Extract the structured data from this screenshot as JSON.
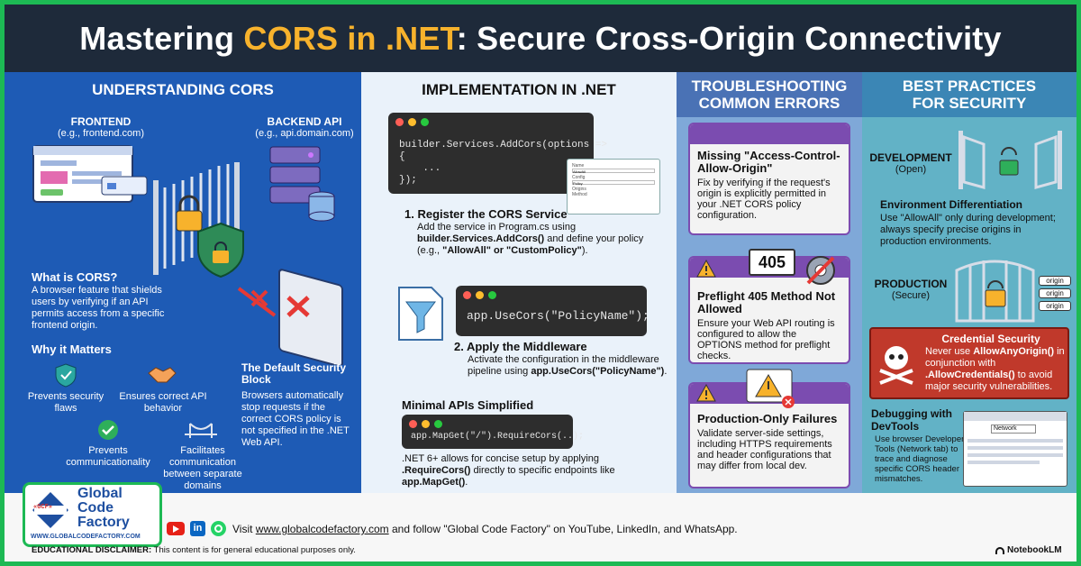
{
  "title": {
    "part1": "Mastering ",
    "highlight": "CORS in .NET",
    "part2": ": Secure Cross-Origin Connectivity"
  },
  "colors": {
    "accent": "#f7b22c",
    "col1_bg": "#1e5bb5",
    "col2_bg": "#eaf2fa",
    "col3_bg": "#7fa8d8",
    "col4_bg": "#62b2c6",
    "frame": "#1db954"
  },
  "understanding": {
    "heading": "UNDERSTANDING CORS",
    "frontend_label": "FRONTEND",
    "frontend_sub": "(e.g., frontend.com)",
    "backend_label": "BACKEND API",
    "backend_sub": "(e.g., api.domain.com)",
    "what_title": "What is CORS?",
    "what_text": "A browser feature that shields users by verifying if an API permits access from a specific frontend origin.",
    "why_title": "Why it Matters",
    "benefits": [
      "Prevents security flaws",
      "Ensures correct API behavior",
      "Prevents communicationality",
      "Facilitates communication between separate domains"
    ],
    "default_title": "The Default Security Block",
    "default_text": "Browsers automatically stop requests if the correct CORS policy is not specified in the .NET Web API."
  },
  "implementation": {
    "heading": "IMPLEMENTATION IN .NET",
    "code1": [
      "builder.Services.AddCors(options =>",
      "{",
      "    ...",
      "});"
    ],
    "form_fields": [
      "Name",
      "AllowAll",
      "Config",
      "Policy",
      "Origins",
      "Method"
    ],
    "step1_title": "1. Register the CORS Service",
    "step1_text_a": "Add the service in Program.cs using ",
    "step1_text_b": "builder.Services.AddCors()",
    "step1_text_c": " and define your policy (e.g., ",
    "step1_text_d": "\"AllowAll\" or \"CustomPolicy\"",
    "step1_text_e": ").",
    "code2": "app.UseCors(\"PolicyName\");",
    "step2_title": "2. Apply the Middleware",
    "step2_text_a": "Activate the configuration in the middleware pipeline using ",
    "step2_text_b": "app.UseCors(\"PolicyName\")",
    "step2_text_c": ".",
    "minimal_title": "Minimal APIs Simplified",
    "code3": "app.MapGet(\"/\").RequireCors(..);",
    "minimal_text_a": ".NET 6+ allows for concise setup by applying ",
    "minimal_text_b": ".RequireCors()",
    "minimal_text_c": " directly to specific endpoints like ",
    "minimal_text_d": "app.MapGet()",
    "minimal_text_e": "."
  },
  "troubleshooting": {
    "heading_line1": "TROUBLESHOOTING",
    "heading_line2": "COMMON ERRORS",
    "cards": [
      {
        "title": "Missing \"Access-Control-Allow-Origin\"",
        "text": "Fix by verifying if the request's origin is explicitly permitted in your .NET CORS policy configuration."
      },
      {
        "title": "Preflight 405 Method Not Allowed",
        "text": "Ensure your Web API routing is configured to allow the OPTIONS method for preflight checks.",
        "badge": "405"
      },
      {
        "title": "Production-Only Failures",
        "text": "Validate server-side settings, including HTTPS requirements and header configurations that may differ from local dev."
      }
    ]
  },
  "best": {
    "heading_line1": "BEST PRACTICES",
    "heading_line2": "FOR SECURITY",
    "dev_label": "DEVELOPMENT",
    "dev_sub": "(Open)",
    "env_title": "Environment Differentiation",
    "env_text": "Use \"AllowAll\" only during development; always specify precise origins in production environments.",
    "prod_label": "PRODUCTION",
    "prod_sub": "(Secure)",
    "origin_tags": [
      "origin",
      "origin",
      "origin"
    ],
    "cred_title": "Credential Security",
    "cred_text_a": "Never use ",
    "cred_text_b": "AllowAnyOrigin()",
    "cred_text_c": " in conjunction with ",
    "cred_text_d": ".AllowCredentials()",
    "cred_text_e": " to avoid major security vulnerabilities.",
    "debug_title": "Debugging with DevTools",
    "debug_text": "Use browser Developer Tools (Network tab) to trace and diagnose specific CORS header mismatches.",
    "devtools_tab": "Network"
  },
  "footer": {
    "logo_line1": "Global",
    "logo_line2": "Code",
    "logo_line3": "Factory",
    "logo_badge": "«GCF»",
    "logo_url": "WWW.GLOBALCODEFACTORY.COM",
    "visit_a": "Visit ",
    "visit_link": "www.globalcodefactory.com",
    "visit_b": " and follow \"Global Code Factory\" on YouTube, LinkedIn, and WhatsApp.",
    "disclaimer_label": "EDUCATIONAL DISCLAIMER:",
    "disclaimer_text": " This content is for general educational purposes only.",
    "brand": "NotebookLM"
  }
}
